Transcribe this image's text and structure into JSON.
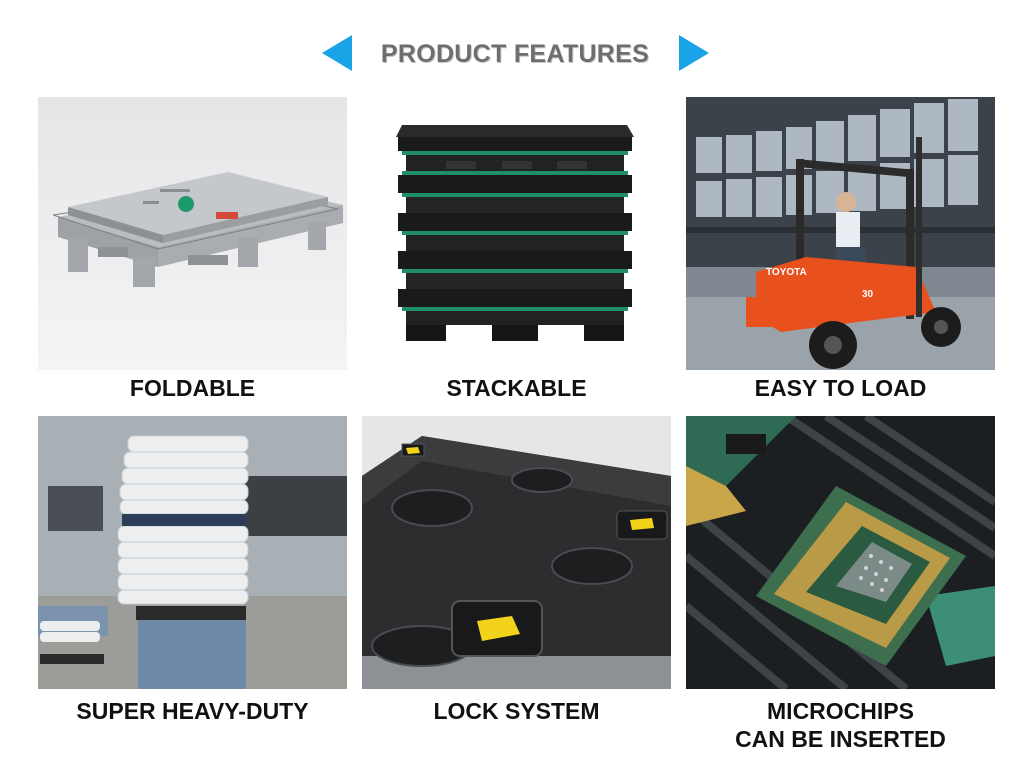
{
  "header": {
    "title": "PRODUCT FEATURES"
  },
  "features": [
    {
      "label": "FOLDABLE"
    },
    {
      "label": "STACKABLE"
    },
    {
      "label": "EASY TO LOAD"
    },
    {
      "label": "SUPER HEAVY-DUTY"
    },
    {
      "label": "LOCK SYSTEM"
    },
    {
      "label_line1": "MICROCHIPS",
      "label_line2": "CAN BE INSERTED"
    }
  ],
  "photo_text": {
    "forklift_brand": "TOYOTA",
    "forklift_model": "30"
  },
  "colors": {
    "accent": "#1aa3e6",
    "title": "#6e6e6e",
    "forklift": "#e8501e",
    "pallet_green": "#1e8f6a",
    "lock_yellow": "#f2d21b"
  }
}
